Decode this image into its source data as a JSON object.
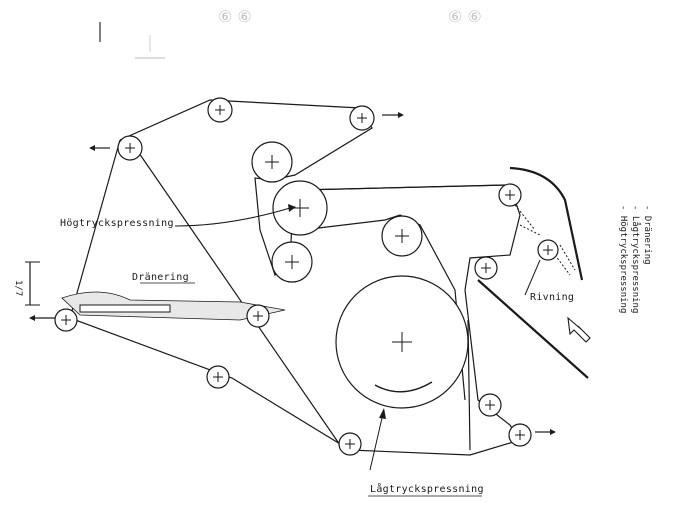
{
  "labels": {
    "high_pressure": "Högtryckspressning",
    "drainage": "Dränering",
    "tearing": "Rivning",
    "low_pressure": "Lågtryckspressning"
  },
  "legend": {
    "items": [
      "- Dränering",
      "- Lågtryckspressning",
      "- Högtryckspressning"
    ]
  },
  "scan_marks": {
    "left": "1/7",
    "top_left": "⑥ ⑥",
    "top_right": "⑥ ⑥"
  }
}
